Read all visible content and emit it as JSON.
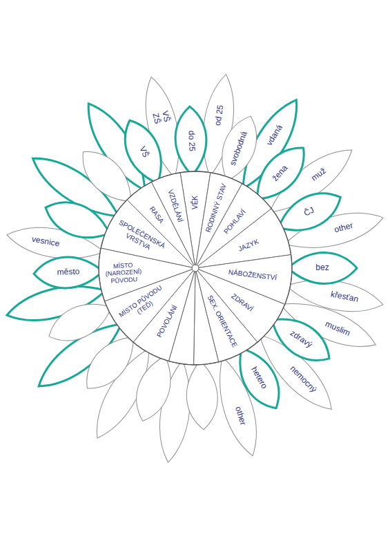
{
  "diagram": {
    "nodes": [
      {
        "text": [
          "VĚK"
        ]
      },
      {
        "text": [
          "RODINNÝ STAV"
        ]
      },
      {
        "text": [
          "POHLAVÍ"
        ]
      },
      {
        "text": [
          "JAZYK"
        ]
      },
      {
        "text": [
          "NÁBOŽENSTVÍ"
        ]
      },
      {
        "text": [
          "ZDRAVÍ"
        ]
      },
      {
        "text": [
          "SEX. ORIENTACE"
        ]
      },
      {
        "text": [
          "POVOLÁNÍ"
        ]
      },
      {
        "text": [
          "MÍSTO PŮVODU (TEĎ)"
        ]
      },
      {
        "text": [
          "MÍSTO (NAROZENÍ) PŮVODU"
        ]
      },
      {
        "text": [
          "SPOLEČENSKÁ VRSTVA"
        ]
      },
      {
        "text": [
          "RASA"
        ]
      },
      {
        "text": [
          "VZDĚLÁNÍ"
        ]
      },
      {
        "text": [
          "do 25"
        ]
      },
      {
        "text": [
          "od 25"
        ]
      },
      {
        "text": [
          "svobodná"
        ]
      },
      {
        "text": [
          "vdaná"
        ]
      },
      {
        "text": [
          "žena"
        ]
      },
      {
        "text": [
          "muž"
        ]
      },
      {
        "text": [
          "ČJ"
        ]
      },
      {
        "text": [
          "other"
        ]
      },
      {
        "text": [
          "bez"
        ]
      },
      {
        "text": [
          "křesťan"
        ]
      },
      {
        "text": [
          "muslim"
        ]
      },
      {
        "text": [
          "zdravý"
        ]
      },
      {
        "text": [
          "nemocný"
        ]
      },
      {
        "text": [
          "hetero"
        ]
      },
      {
        "text": [
          "other"
        ]
      },
      {
        "text": [
          "město"
        ]
      },
      {
        "text": [
          "vesnice"
        ]
      },
      {
        "text": [
          "VŠ"
        ]
      },
      {
        "text": [
          "VŠ",
          "ZŠ"
        ]
      }
    ]
  }
}
